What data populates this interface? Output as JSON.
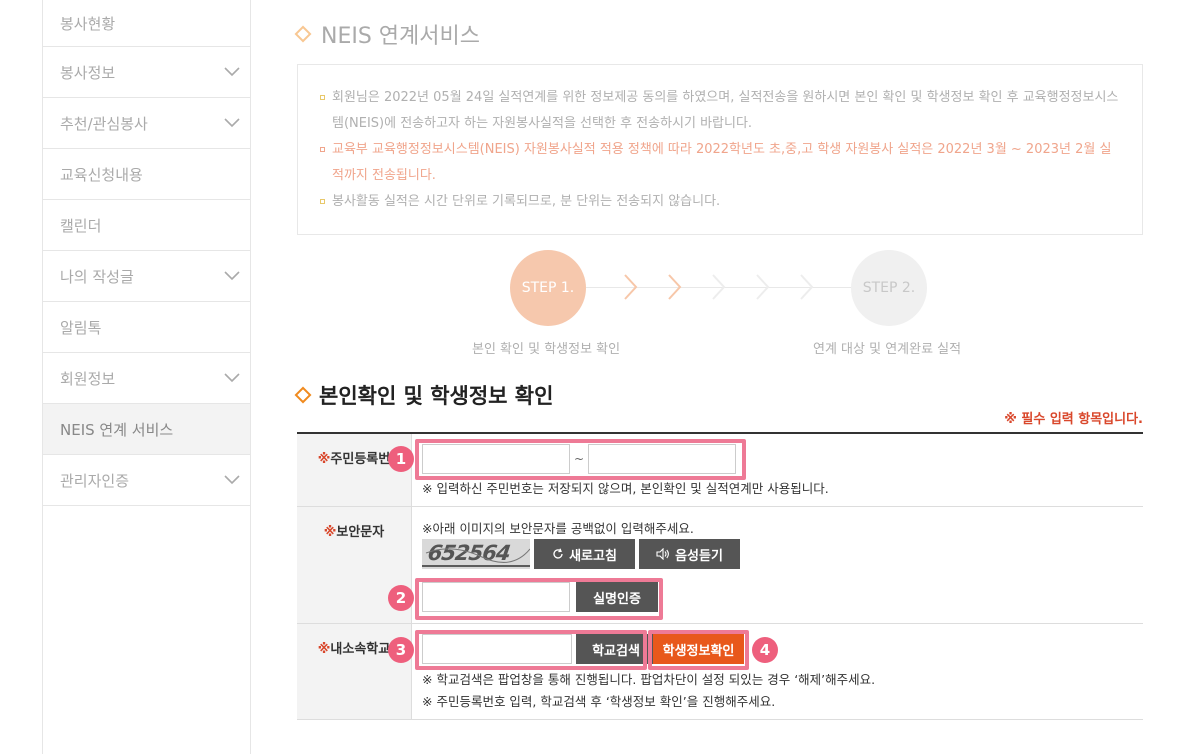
{
  "sidebar": {
    "items": [
      {
        "label": "봉사현황",
        "has_chevron": false
      },
      {
        "label": "봉사정보",
        "has_chevron": true
      },
      {
        "label": "추천/관심봉사",
        "has_chevron": true
      },
      {
        "label": "교육신청내용",
        "has_chevron": false
      },
      {
        "label": "캘린더",
        "has_chevron": false
      },
      {
        "label": "나의 작성글",
        "has_chevron": true
      },
      {
        "label": "알림톡",
        "has_chevron": false
      },
      {
        "label": "회원정보",
        "has_chevron": true
      },
      {
        "label": "NEIS 연계 서비스",
        "has_chevron": false,
        "active": true
      },
      {
        "label": "관리자인증",
        "has_chevron": true
      }
    ]
  },
  "page": {
    "title": "NEIS 연계서비스"
  },
  "notice": {
    "items": [
      "회원님은 2022년 05월 24일 실적연계를 위한 정보제공 동의를 하였으며, 실적전송을 원하시면 본인 확인 및 학생정보 확인 후 교육행정정보시스템(NEIS)에 전송하고자 하는 자원봉사실적을 선택한 후 전송하시기 바랍니다.",
      "교육부 교육행정정보시스템(NEIS) 자원봉사실적 적용 정책에 따라 2022학년도 초,중,고 학생 자원봉사 실적은 2022년 3월 ~ 2023년 2월 실적까지 전송됩니다.",
      "봉사활동 실적은 시간 단위로 기록되므로, 분 단위는 전송되지 않습니다."
    ]
  },
  "steps": {
    "step1": {
      "label": "STEP 1.",
      "caption": "본인 확인 및 학생정보 확인"
    },
    "step2": {
      "label": "STEP 2.",
      "caption": "연계 대상 및 연계완료 실적"
    }
  },
  "section": {
    "title": "본인확인 및 학생정보 확인",
    "required_note": "※ 필수 입력 항목입니다."
  },
  "form": {
    "rrn": {
      "mark": "※",
      "label": "주민등록번",
      "separator": "~",
      "note": "※ 입력하신 주민번호는 저장되지 않으며, 본인확인 및 실적연계만 사용됩니다."
    },
    "security": {
      "mark": "※",
      "label": "보안문자",
      "instruction": "※아래 이미지의 보안문자를 공백없이 입력해주세요.",
      "captcha_text": "652564",
      "refresh_label": "새로고침",
      "audio_label": "음성듣기",
      "verify_label": "실명인증"
    },
    "school": {
      "mark": "※",
      "label": "내소속학교",
      "search_label": "학교검색",
      "confirm_label": "학생정보확인",
      "note1": "※ 학교검색은 팝업창을 통해 진행됩니다. 팝업차단이 설정 되있는 경우 ‘해제’해주세요.",
      "note2": "※ 주민등록번호 입력, 학교검색 후 ‘학생정보 확인’을 진행해주세요."
    }
  },
  "annotations": {
    "b1": "1",
    "b2": "2",
    "b3": "3",
    "b4": "4"
  },
  "colors": {
    "accent_orange": "#e8581b",
    "annotation_pink": "#ee7a96",
    "required_red": "#d9472b"
  }
}
